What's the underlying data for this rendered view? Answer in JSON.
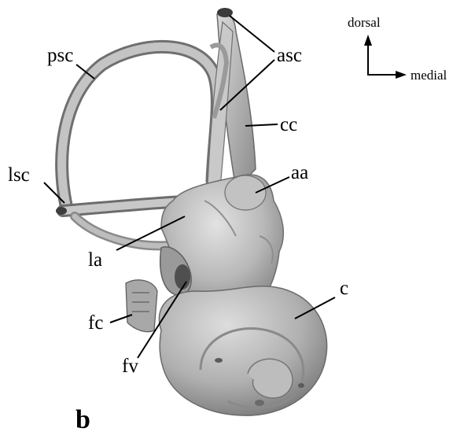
{
  "figure": {
    "panel_letter": "b"
  },
  "orientation": {
    "up_label": "dorsal",
    "right_label": "medial"
  },
  "labels": {
    "psc": "psc",
    "asc": "asc",
    "cc": "cc",
    "aa": "aa",
    "lsc": "lsc",
    "la": "la",
    "c": "c",
    "fc": "fc",
    "fv": "fv"
  },
  "colors": {
    "bone_fill": "#b7b7b7",
    "bone_shadow": "#7d7d7d",
    "bone_highlight": "#dcdcdc",
    "leader_line": "#000000"
  }
}
